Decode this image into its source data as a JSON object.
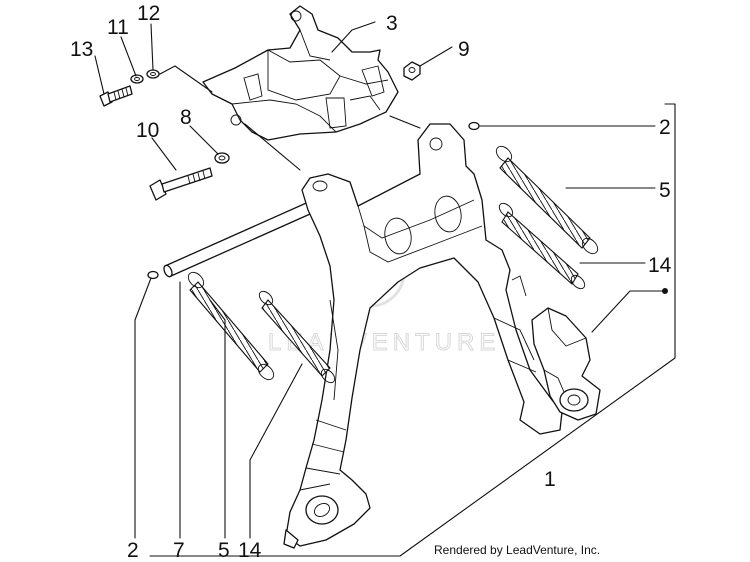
{
  "diagram": {
    "watermark": "LEADVENTURE",
    "credit": "Rendered by LeadVenture, Inc.",
    "callouts": {
      "c13": "13",
      "c11": "11",
      "c12": "12",
      "c3": "3",
      "c9": "9",
      "c10": "10",
      "c8": "8",
      "c2_top": "2",
      "c5_right": "5",
      "c14_right": "14",
      "c1": "1",
      "c2_bottom": "2",
      "c7": "7",
      "c5_bottom": "5",
      "c14_bottom": "14"
    }
  }
}
